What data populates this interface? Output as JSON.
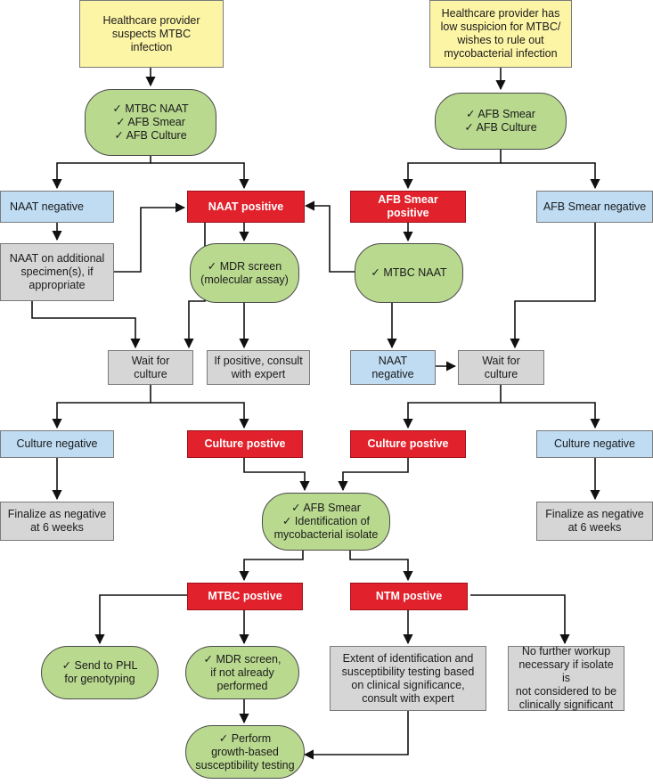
{
  "nodes": {
    "provider_suspects": "Healthcare provider\nsuspects MTBC\ninfection",
    "provider_low": "Healthcare provider has\nlow suspicion for MTBC/\nwishes to rule out\nmycobacterial infection",
    "tests_left": "✓ MTBC NAAT\n✓ AFB Smear\n✓ AFB Culture",
    "tests_right": "✓ AFB Smear\n✓ AFB Culture",
    "naat_negative_1": "NAAT negative",
    "naat_positive": "NAAT positive",
    "afb_smear_positive": "AFB Smear positive",
    "afb_smear_negative": "AFB Smear negative",
    "naat_additional": "NAAT on additional\nspecimen(s), if\nappropriate",
    "mdr_screen_1": "✓ MDR screen\n(molecular assay)",
    "mtbc_naat": "✓ MTBC NAAT",
    "wait_culture_1": "Wait for culture",
    "if_positive": "If positive, consult\nwith expert",
    "naat_negative_2": "NAAT negative",
    "wait_culture_2": "Wait for culture",
    "culture_negative_1": "Culture negative",
    "culture_positive_1": "Culture postive",
    "culture_positive_2": "Culture postive",
    "culture_negative_2": "Culture negative",
    "finalize_1": "Finalize as negative\nat 6 weeks",
    "afb_identification": "✓ AFB Smear\n✓ Identification of\nmycobacterial isolate",
    "finalize_2": "Finalize as negative\nat 6 weeks",
    "mtbc_positive": "MTBC postive",
    "ntm_positive": "NTM postive",
    "send_phl": "✓ Send to PHL\nfor genotyping",
    "mdr_screen_2": "✓ MDR screen,\nif not already\nperformed",
    "extent_identification": "Extent of identification and\nsusceptibility testing based\non clinical significance,\nconsult with expert",
    "no_further": "No further workup\nnecessary if isolate is\nnot considered to be\nclinically significant",
    "perform_growth": "✓ Perform\ngrowth-based\nsusceptibility testing"
  },
  "colors": {
    "yellow": "#fdf5a6",
    "green": "#b9d98f",
    "blue": "#bfdcf3",
    "red": "#e1222c",
    "grey": "#d6d6d6",
    "line": "#111111"
  }
}
